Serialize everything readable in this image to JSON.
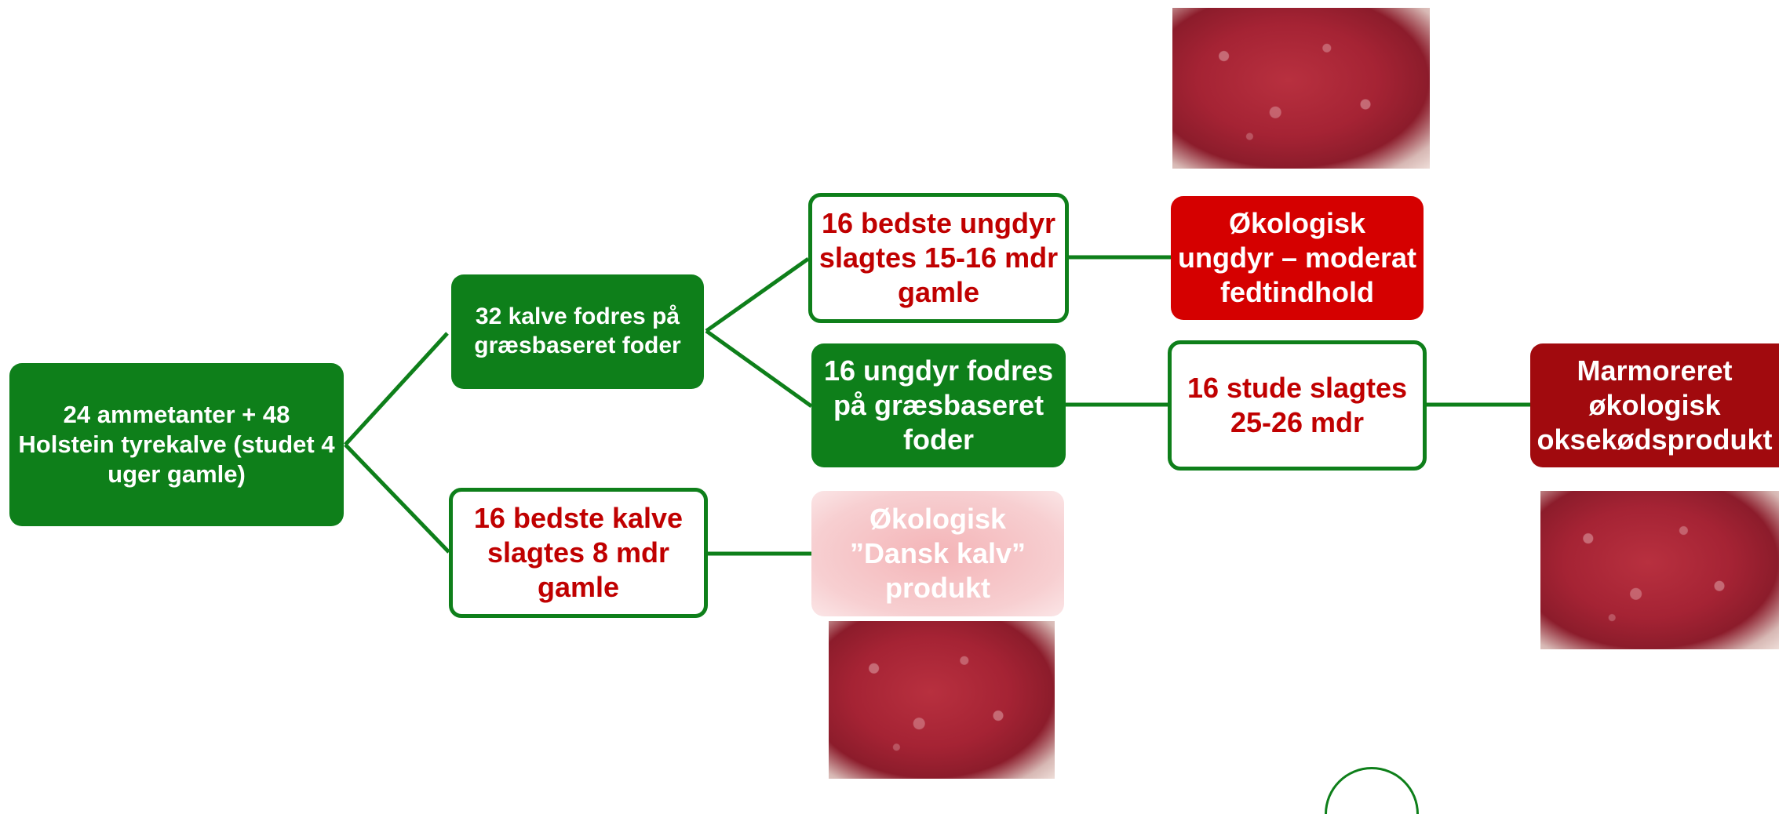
{
  "diagram": {
    "nodes": {
      "start": "24 ammetanter + 48 Holstein tyrekalve (studet 4 uger gamle)",
      "grass_calves": "32 kalve fodres på græsbaseret foder",
      "best_calves": "16 bedste kalve slagtes 8 mdr gamle",
      "best_young": "16 bedste ungdyr slagtes 15-16 mdr gamle",
      "young_grass": "16 ungdyr fodres på græsbaseret foder",
      "eco_young": "Økologisk ungdyr – moderat fedtindhold",
      "steers": "16 stude slagtes 25-26 mdr",
      "marbled": "Marmoreret økologisk oksekødsprodukt",
      "dansk_kalv": "Økologisk ”Dansk kalv” produkt"
    },
    "colors": {
      "green": "#0e7f1a",
      "red_text": "#c00000",
      "red_fill": "#d50000",
      "dark_red_fill": "#a10a0e",
      "faded_pink": "#f4b4b7"
    },
    "photos": [
      "meat-photo-young",
      "meat-photo-calf",
      "meat-photo-marbled"
    ]
  }
}
